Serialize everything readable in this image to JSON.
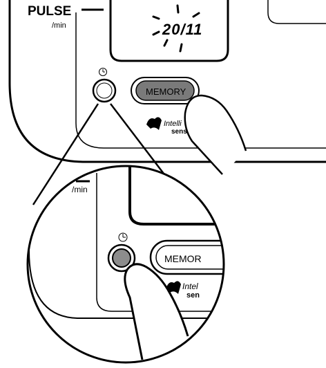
{
  "pulse_label": "PULSE",
  "per_min_label": "/min",
  "display_date": "20/11",
  "memory_label": "MEMORY",
  "memory_label_zoomed": "MEMOR",
  "brand_prefix": "Intelli",
  "brand_suffix": "sense",
  "brand_prefix_zoomed": "Intel",
  "brand_suffix_zoomed": "sen",
  "icons": {
    "clock": "clock-icon",
    "brand": "intellisense-logo-icon",
    "finger": "pressing-finger-icon"
  },
  "colors": {
    "line": "#000000",
    "button_fill": "#7a7a7a",
    "pressed_button_fill": "#8c8c8c"
  }
}
